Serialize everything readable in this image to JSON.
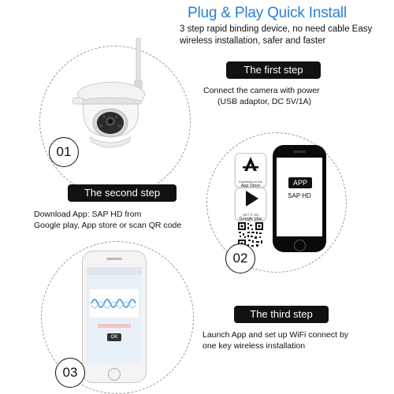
{
  "header": {
    "title": "Plug & Play Quick Install",
    "subtitle": "3 step rapid binding device, no need cable Easy wireless installation, safer and faster"
  },
  "step1": {
    "number": "01",
    "pill": "The first step",
    "desc_line1": "Connect the camera with power",
    "desc_line2": "(USB adaptor, DC 5V/1A)"
  },
  "step2": {
    "number": "02",
    "pill": "The second step",
    "desc_line1": "Download App: SAP HD from",
    "desc_line2": "Google play, App store or scan QR code",
    "app_badge": "APP",
    "app_name": "SAP HD",
    "app_store_small": "Download on the",
    "app_store_label": "App Store",
    "google_play_small": "GET IT ON",
    "google_play_label": "Google play"
  },
  "step3": {
    "number": "03",
    "pill": "The third step",
    "desc_line1": "Launch App and set up WiFi connect by",
    "desc_line2": "one key wireless installation",
    "phone_button": "OK"
  },
  "colors": {
    "title_blue": "#2a7fd1",
    "pill_black": "#111111",
    "wave_blue": "#3a8fd8",
    "phone_screen_bg": "#e8f0f8"
  }
}
